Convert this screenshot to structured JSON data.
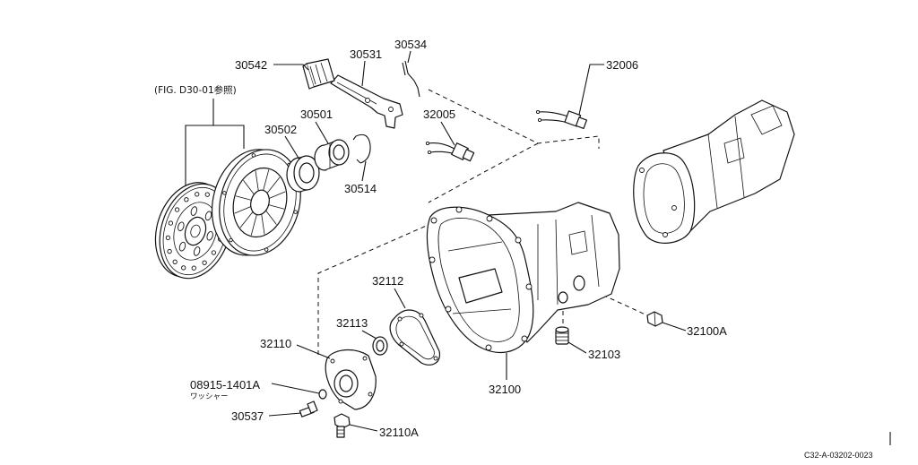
{
  "figure_ref": "(FIG. D30-01参照)",
  "callouts": {
    "p30542": "30542",
    "p30531": "30531",
    "p30534": "30534",
    "p32006": "32006",
    "p30501": "30501",
    "p30502": "30502",
    "p32005": "32005",
    "p30514": "30514",
    "p32112": "32112",
    "p32113": "32113",
    "p32110": "32110",
    "p08915": "08915-1401A",
    "p30537": "30537",
    "p32110A": "32110A",
    "p32100": "32100",
    "p32103": "32103",
    "p32100A": "32100A"
  },
  "washer_note": "ワッシャー",
  "drawing_code": "C32-A-03202-0023"
}
